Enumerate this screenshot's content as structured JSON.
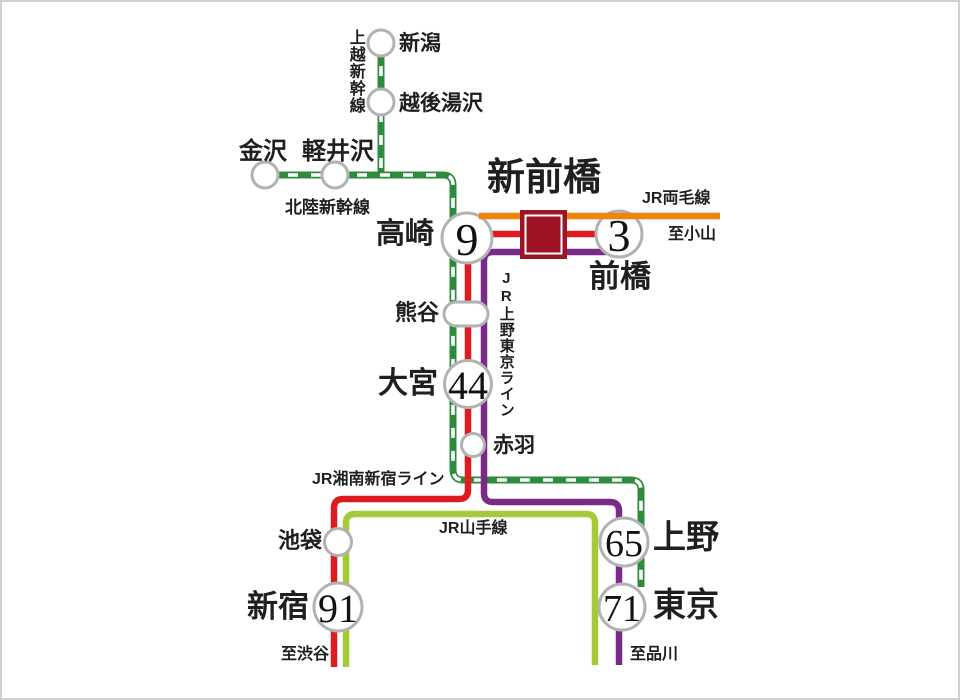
{
  "stations": {
    "shin_maebashi": {
      "name": "新前橋"
    },
    "niigata": {
      "name": "新潟"
    },
    "echigo_yuzawa": {
      "name": "越後湯沢"
    },
    "kanazawa": {
      "name": "金沢"
    },
    "karuizawa": {
      "name": "軽井沢"
    },
    "takasaki": {
      "name": "高崎",
      "number": "9"
    },
    "maebashi": {
      "name": "前橋",
      "number": "3"
    },
    "kumagaya": {
      "name": "熊谷"
    },
    "omiya": {
      "name": "大宮",
      "number": "44"
    },
    "akabane": {
      "name": "赤羽"
    },
    "ikebukuro": {
      "name": "池袋"
    },
    "shinjuku": {
      "name": "新宿",
      "number": "91"
    },
    "ueno": {
      "name": "上野",
      "number": "65"
    },
    "tokyo": {
      "name": "東京",
      "number": "71"
    }
  },
  "lines": {
    "joetsu_shinkansen": {
      "name": "上越新幹線",
      "color": "#2e8b3c"
    },
    "hokuriku_shinkansen": {
      "name": "北陸新幹線",
      "color": "#2e8b3c"
    },
    "ryomo": {
      "name": "JR両毛線",
      "color": "#ee8408"
    },
    "ueno_tokyo": {
      "name": "JR上野東京ライン",
      "color": "#7a2a87"
    },
    "shonan_shinjuku": {
      "name": "JR湘南新宿ライン",
      "color": "#dd1b21"
    },
    "yamanote": {
      "name": "JR山手線",
      "color": "#a5c938"
    }
  },
  "directions": {
    "oyama": "至小山",
    "shibuya": "至渋谷",
    "shinagawa": "至品川"
  },
  "colors": {
    "shinkansen_green": "#2e8b3c",
    "ryomo_orange": "#ee8408",
    "ueno_tokyo_purple": "#7a2a87",
    "shonan_shinjuku_red": "#dd1b21",
    "yamanote_green": "#a5c938",
    "terminal_square_red": "#9d1425",
    "station_ring_gray": "#b2b2b2",
    "text_black": "#1f1f1f"
  }
}
